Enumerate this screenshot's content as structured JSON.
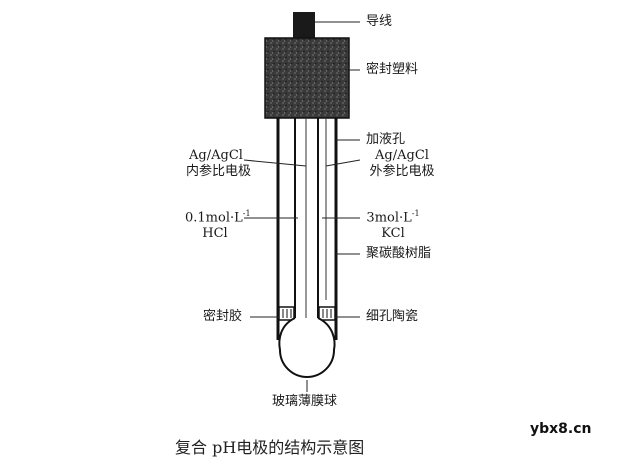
{
  "labels": {
    "wire": "导线",
    "sealing_plastic": "密封塑料",
    "filling_hole": "加液孔",
    "inner_ref_line1": "Ag/AgCl",
    "inner_ref_line2": "内参比电极",
    "outer_ref_line1": "Ag/AgCl",
    "outer_ref_line2": "外参比电极",
    "hcl_conc": "0.1mol·L",
    "hcl_exp": "-1",
    "hcl": "HCl",
    "kcl_conc": "3mol·L",
    "kcl_exp": "-1",
    "kcl": "KCl",
    "polycarbonate": "聚碳酸树脂",
    "sealant": "密封胶",
    "ceramic": "细孔陶瓷",
    "glass_bulb": "玻璃薄膜球"
  },
  "caption": "复合 pH电极的结构示意图",
  "watermark": "ybx8.cn"
}
